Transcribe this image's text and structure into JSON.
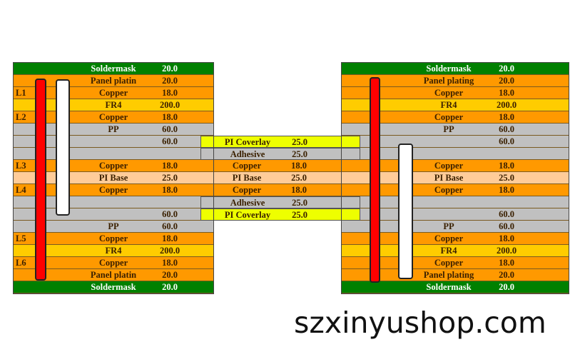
{
  "colors": {
    "soldermask": "#008000",
    "copper": "#ff9900",
    "fr4": "#ffcc00",
    "pp": "#c0c0c0",
    "pibase": "#ffcc99",
    "coverlay": "#eeff00",
    "via_through": "#ff0000",
    "via_blind": "#ffffff"
  },
  "left_stack": [
    {
      "layer": "",
      "name": "Soldermask",
      "value": "20.0",
      "type": "soldermask"
    },
    {
      "layer": "",
      "name": "Panel platin",
      "value": "20.0",
      "type": "plating"
    },
    {
      "layer": "L1",
      "name": "Copper",
      "value": "18.0",
      "type": "copper"
    },
    {
      "layer": "",
      "name": "FR4",
      "value": "200.0",
      "type": "fr4"
    },
    {
      "layer": "L2",
      "name": "Copper",
      "value": "18.0",
      "type": "copper"
    },
    {
      "layer": "",
      "name": "PP",
      "value": "60.0",
      "type": "pp"
    },
    {
      "layer": "",
      "name": "",
      "value": "60.0",
      "type": "pp"
    },
    {
      "layer": "",
      "name": "",
      "value": "",
      "type": "pp"
    },
    {
      "layer": "L3",
      "name": "Copper",
      "value": "18.0",
      "type": "copper"
    },
    {
      "layer": "",
      "name": "PI Base",
      "value": "25.0",
      "type": "pibase"
    },
    {
      "layer": "L4",
      "name": "Copper",
      "value": "18.0",
      "type": "copper"
    },
    {
      "layer": "",
      "name": "",
      "value": "",
      "type": "pp"
    },
    {
      "layer": "",
      "name": "",
      "value": "60.0",
      "type": "pp"
    },
    {
      "layer": "",
      "name": "PP",
      "value": "60.0",
      "type": "pp"
    },
    {
      "layer": "L5",
      "name": "Copper",
      "value": "18.0",
      "type": "copper"
    },
    {
      "layer": "",
      "name": "FR4",
      "value": "200.0",
      "type": "fr4"
    },
    {
      "layer": "L6",
      "name": "Copper",
      "value": "18.0",
      "type": "copper"
    },
    {
      "layer": "",
      "name": "Panel platin",
      "value": "20.0",
      "type": "plating"
    },
    {
      "layer": "",
      "name": "Soldermask",
      "value": "20.0",
      "type": "soldermask"
    }
  ],
  "right_stack": [
    {
      "name": "Soldermask",
      "value": "20.0",
      "type": "soldermask"
    },
    {
      "name": "Panel plating",
      "value": "20.0",
      "type": "plating"
    },
    {
      "name": "Copper",
      "value": "18.0",
      "type": "copper"
    },
    {
      "name": "FR4",
      "value": "200.0",
      "type": "fr4"
    },
    {
      "name": "Copper",
      "value": "18.0",
      "type": "copper"
    },
    {
      "name": "PP",
      "value": "60.0",
      "type": "pp"
    },
    {
      "name": "",
      "value": "60.0",
      "type": "pp"
    },
    {
      "name": "",
      "value": "",
      "type": "pp"
    },
    {
      "name": "Copper",
      "value": "18.0",
      "type": "copper"
    },
    {
      "name": "PI Base",
      "value": "25.0",
      "type": "pibase"
    },
    {
      "name": "Copper",
      "value": "18.0",
      "type": "copper"
    },
    {
      "name": "",
      "value": "",
      "type": "pp"
    },
    {
      "name": "",
      "value": "60.0",
      "type": "pp"
    },
    {
      "name": "PP",
      "value": "60.0",
      "type": "pp"
    },
    {
      "name": "Copper",
      "value": "18.0",
      "type": "copper"
    },
    {
      "name": "FR4",
      "value": "200.0",
      "type": "fr4"
    },
    {
      "name": "Copper",
      "value": "18.0",
      "type": "copper"
    },
    {
      "name": "Panel plating",
      "value": "20.0",
      "type": "plating"
    },
    {
      "name": "Soldermask",
      "value": "20.0",
      "type": "soldermask"
    }
  ],
  "flex_stack": [
    {
      "name": "PI Coverlay",
      "value": "25.0",
      "type": "coverlay"
    },
    {
      "name": "Adhesive",
      "value": "25.0",
      "type": "adhesive"
    },
    {
      "name": "Copper",
      "value": "18.0",
      "type": "copper"
    },
    {
      "name": "PI Base",
      "value": "25.0",
      "type": "pibase"
    },
    {
      "name": "Copper",
      "value": "18.0",
      "type": "copper"
    },
    {
      "name": "Adhesive",
      "value": "25.0",
      "type": "adhesive"
    },
    {
      "name": "PI Coverlay",
      "value": "25.0",
      "type": "coverlay"
    }
  ],
  "watermark": "szxinyushop.com"
}
